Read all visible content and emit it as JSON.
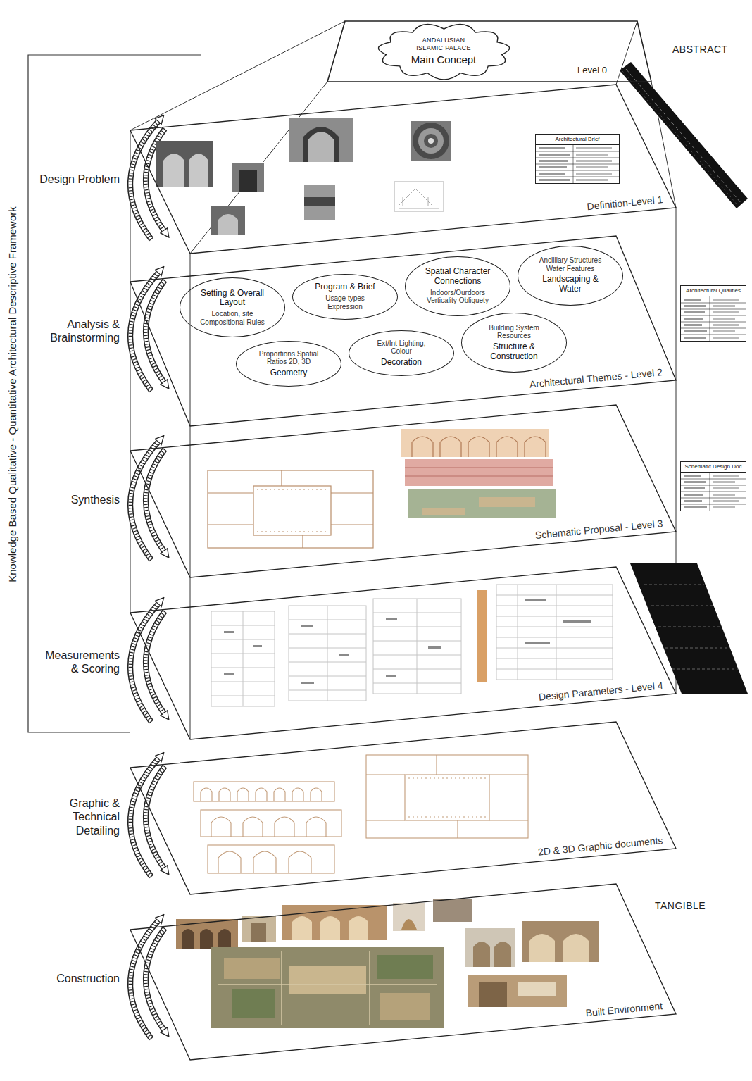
{
  "diagram": {
    "nodes": [
      {
        "text": [
          "Level 0"
        ]
      },
      {
        "text": [
          "ANDALUSIAN ISLAMIC PALACE",
          "Main Concept"
        ],
        "in": 0
      },
      {
        "text": [
          "Definition-Level 1"
        ]
      },
      {
        "text": [
          "Architectural Brief"
        ],
        "in": 2
      },
      {
        "text": [
          "Architectural Themes - Level 2"
        ]
      },
      {
        "text": [
          "Setting & Overall Layout",
          "Location, site Compositional Rules"
        ],
        "in": 4
      },
      {
        "text": [
          "Spatial Character Connections",
          "Indoors/Ourdoors Verticality Obliquety"
        ],
        "in": 4
      },
      {
        "text": [
          "Program & Brief",
          "Usage types Expression"
        ],
        "in": 4
      },
      {
        "text": [
          "Ancilliary Structures Water Features",
          "Landscaping & Water"
        ],
        "in": 4
      },
      {
        "text": [
          "Proportions Spatial Ratios 2D, 3D",
          "Geometry"
        ],
        "in": 4
      },
      {
        "text": [
          "Building System Resources",
          "Structure & Construction"
        ],
        "in": 4
      },
      {
        "text": [
          "Ext/Int Lighting, Colour",
          "Decoration"
        ],
        "in": 4
      },
      {
        "text": [
          "Architectural Qualities"
        ]
      },
      {
        "text": [
          "Schematic Proposal - Level 3"
        ]
      },
      {
        "text": [
          "Schematic Design Doc"
        ]
      },
      {
        "text": [
          "Design Parameters - Level 4"
        ]
      },
      {
        "text": [
          "2D & 3D Graphic documents"
        ]
      },
      {
        "text": [
          "Built Environment"
        ]
      }
    ],
    "labels": [
      "Knowledge Based Qualitative - Quantitative Architectural Descriptive Framework",
      "ABSTRACT",
      "TANGIBLE",
      "Design Problem",
      "Analysis & Brainstorming",
      "Synthesis",
      "Measurements & Scoring",
      "Graphic & Technical Detailing",
      "Construction"
    ]
  }
}
